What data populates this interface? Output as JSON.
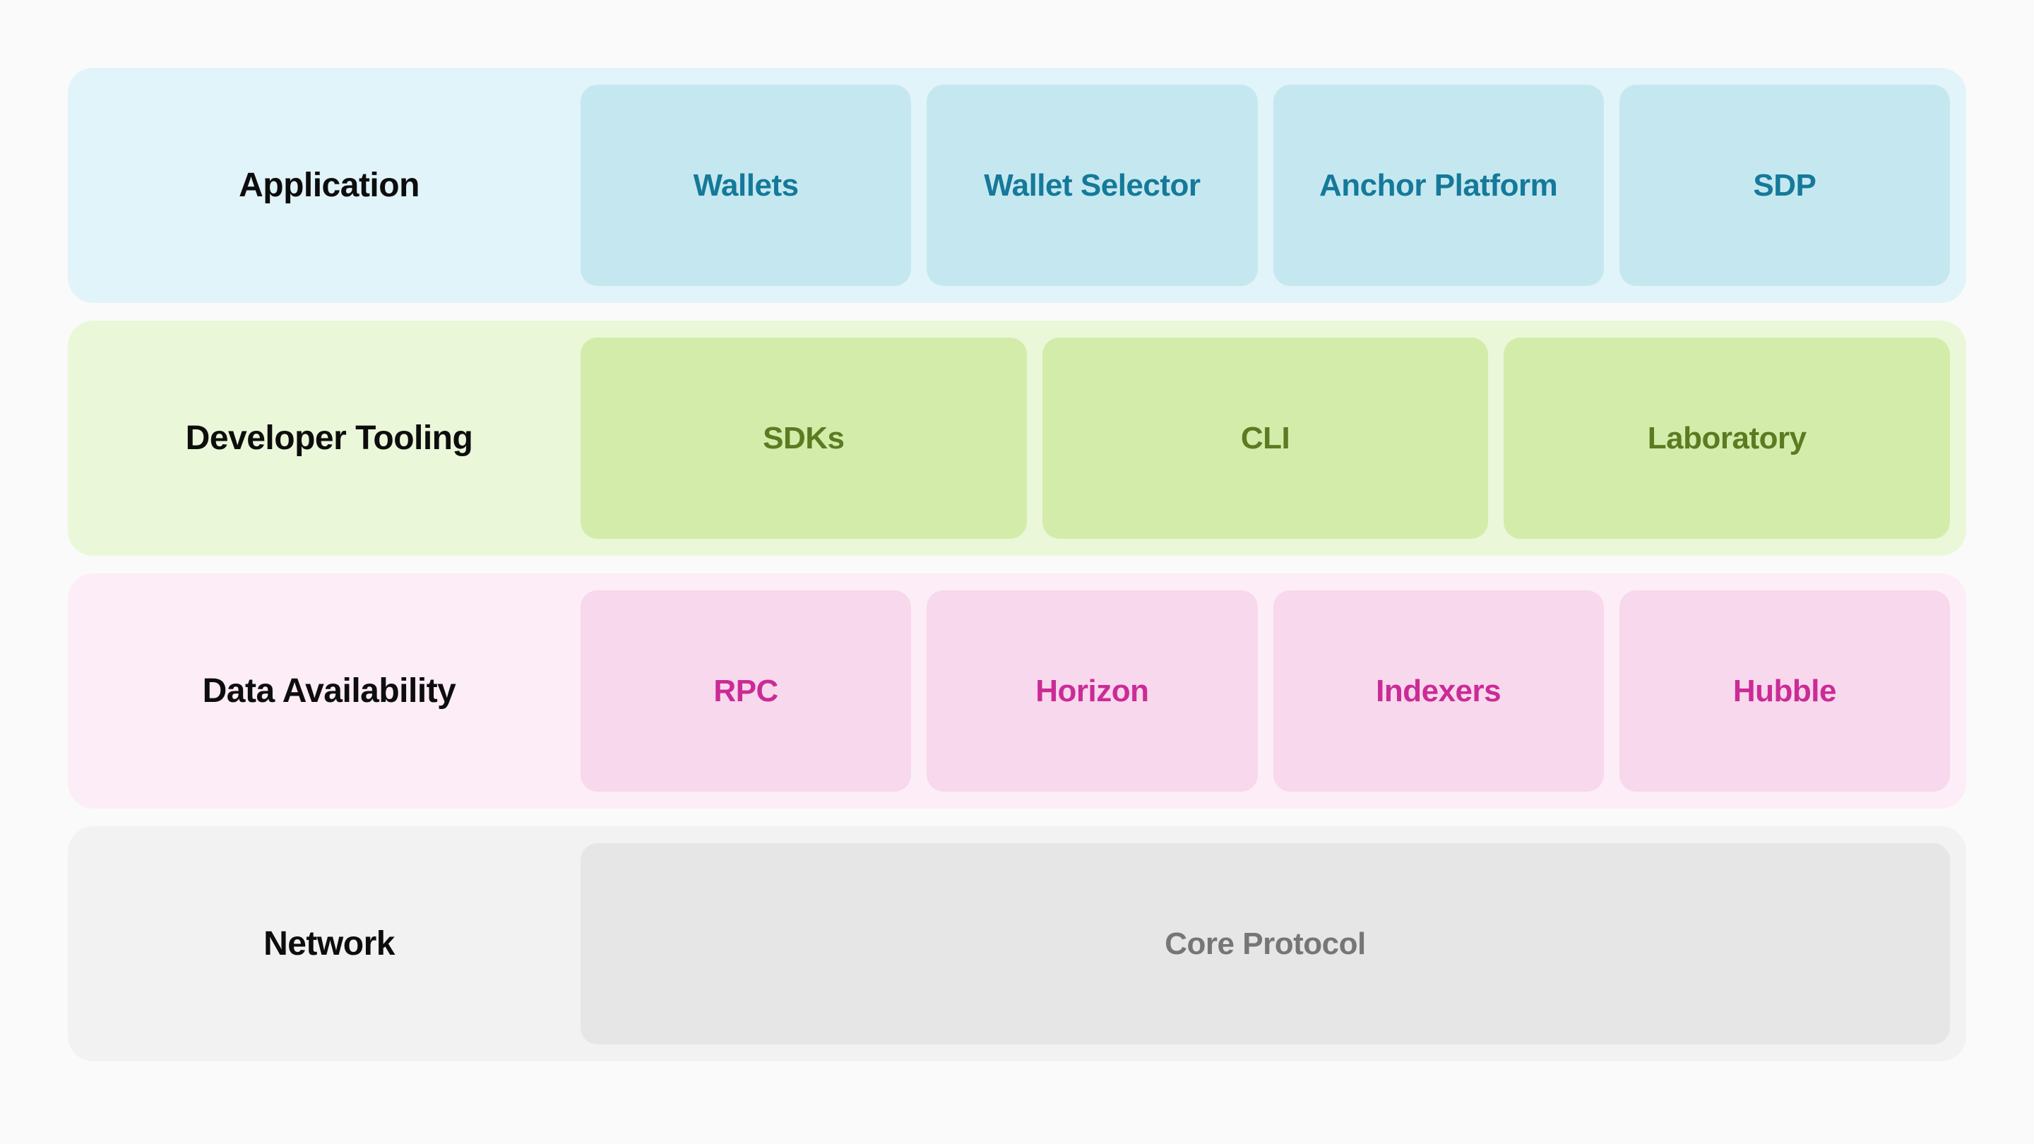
{
  "page": {
    "background": "#fafafa"
  },
  "diagram": {
    "rows": [
      {
        "label": "Application",
        "colors": {
          "row_bg": "#e1f4f9",
          "box_bg": "#c5e8f0",
          "box_text": "#15799a"
        },
        "items": [
          {
            "label": "Wallets"
          },
          {
            "label": "Wallet Selector"
          },
          {
            "label": "Anchor Platform"
          },
          {
            "label": "SDP"
          }
        ]
      },
      {
        "label": "Developer Tooling",
        "colors": {
          "row_bg": "#ebf7d9",
          "box_bg": "#d4ecaa",
          "box_text": "#5b7b22"
        },
        "items": [
          {
            "label": "SDKs"
          },
          {
            "label": "CLI"
          },
          {
            "label": "Laboratory"
          }
        ]
      },
      {
        "label": "Data Availability",
        "colors": {
          "row_bg": "#fdedf7",
          "box_bg": "#f7d8ec",
          "box_text": "#cb2b96"
        },
        "items": [
          {
            "label": "RPC"
          },
          {
            "label": "Horizon"
          },
          {
            "label": "Indexers"
          },
          {
            "label": "Hubble"
          }
        ]
      },
      {
        "label": "Network",
        "colors": {
          "row_bg": "#f2f2f2",
          "box_bg": "#e6e6e7",
          "box_text": "#767679"
        },
        "items": [
          {
            "label": "Core Protocol"
          }
        ]
      }
    ],
    "label_text_color": "#0d0d0d"
  }
}
